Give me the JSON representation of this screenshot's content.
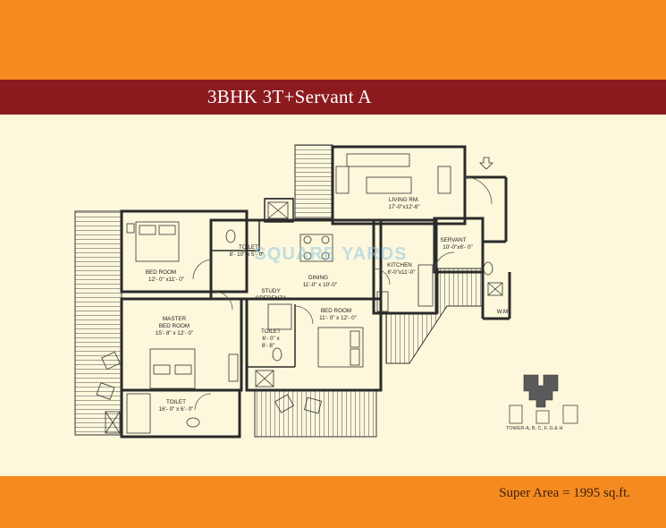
{
  "header": {
    "title": "3BHK 3T+Servant A"
  },
  "footer": {
    "super_area": "Super Area = 1995 sq.ft."
  },
  "watermark": "SQUARE YARDS",
  "rooms": {
    "living": {
      "name": "LIVING RM.",
      "dim": "17'-0\"x12'-6\""
    },
    "servant": {
      "name": "SERVANT",
      "dim": "10'-0\"x6'- 0\""
    },
    "toilet1": {
      "name": "TOILET",
      "dim": "8'- 10\" x 5'- 0\""
    },
    "bed1": {
      "name": "BED ROOM",
      "dim": "12'- 0\" x11'- 0\""
    },
    "dining": {
      "name": "DINING",
      "dim": "11'-0\" x 10'-0\""
    },
    "kitchen": {
      "name": "KITCHEN",
      "dim": "8'-0\"x11'-0\""
    },
    "study": {
      "name": "STUDY",
      "sub": "CREDENZA"
    },
    "master": {
      "name": "MASTER",
      "name2": "BED ROOM",
      "dim": "15'- 8\" x 12'- 0\""
    },
    "bed2": {
      "name": "BED ROOM",
      "dim": "11'- 0\" x 12'- 0\""
    },
    "toilet2": {
      "name": "TOILET",
      "dim1": "6'- 0\" x",
      "dim2": "8'- 8\""
    },
    "toilet3": {
      "name": "TOILET",
      "dim": "16'- 0\" x 6'- 0\""
    },
    "wm": {
      "name": "W.M"
    }
  },
  "key_plan": {
    "label": "TOWER-A, B, C, F, G & H"
  },
  "colors": {
    "top_band": "#f58a20",
    "title_band": "#8c1b1f",
    "background": "#fdf8dc",
    "walls": "#2a2a2a"
  }
}
